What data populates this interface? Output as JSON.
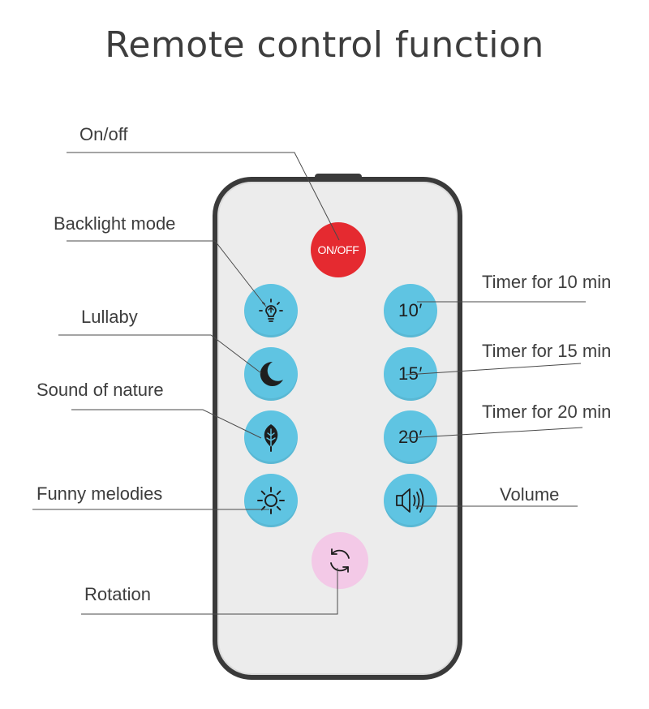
{
  "title": "Remote control function",
  "buttons": {
    "on_off": "ON/OFF",
    "timer_10": "10′",
    "timer_15": "15′",
    "timer_20": "20′"
  },
  "labels": {
    "on_off": "On/off",
    "backlight_mode": "Backlight mode",
    "lullaby": "Lullaby",
    "sound_of_nature": "Sound of nature",
    "funny_melodies": "Funny melodies",
    "rotation": "Rotation",
    "timer_10": "Timer for 10 min",
    "timer_15": "Timer for 15 min",
    "timer_20": "Timer for 20 min",
    "volume": "Volume"
  },
  "colors": {
    "button_blue": "#5fc4e2",
    "button_red": "#e52a30",
    "button_pink": "#f3c9e7",
    "remote_body": "#ececec",
    "remote_border": "#3a3a3a"
  },
  "icons": {
    "backlight": "lightbulb-icon",
    "lullaby": "moon-icon",
    "nature": "leaf-icon",
    "melodies": "sun-icon",
    "volume": "speaker-icon",
    "rotation": "rotate-icon"
  }
}
